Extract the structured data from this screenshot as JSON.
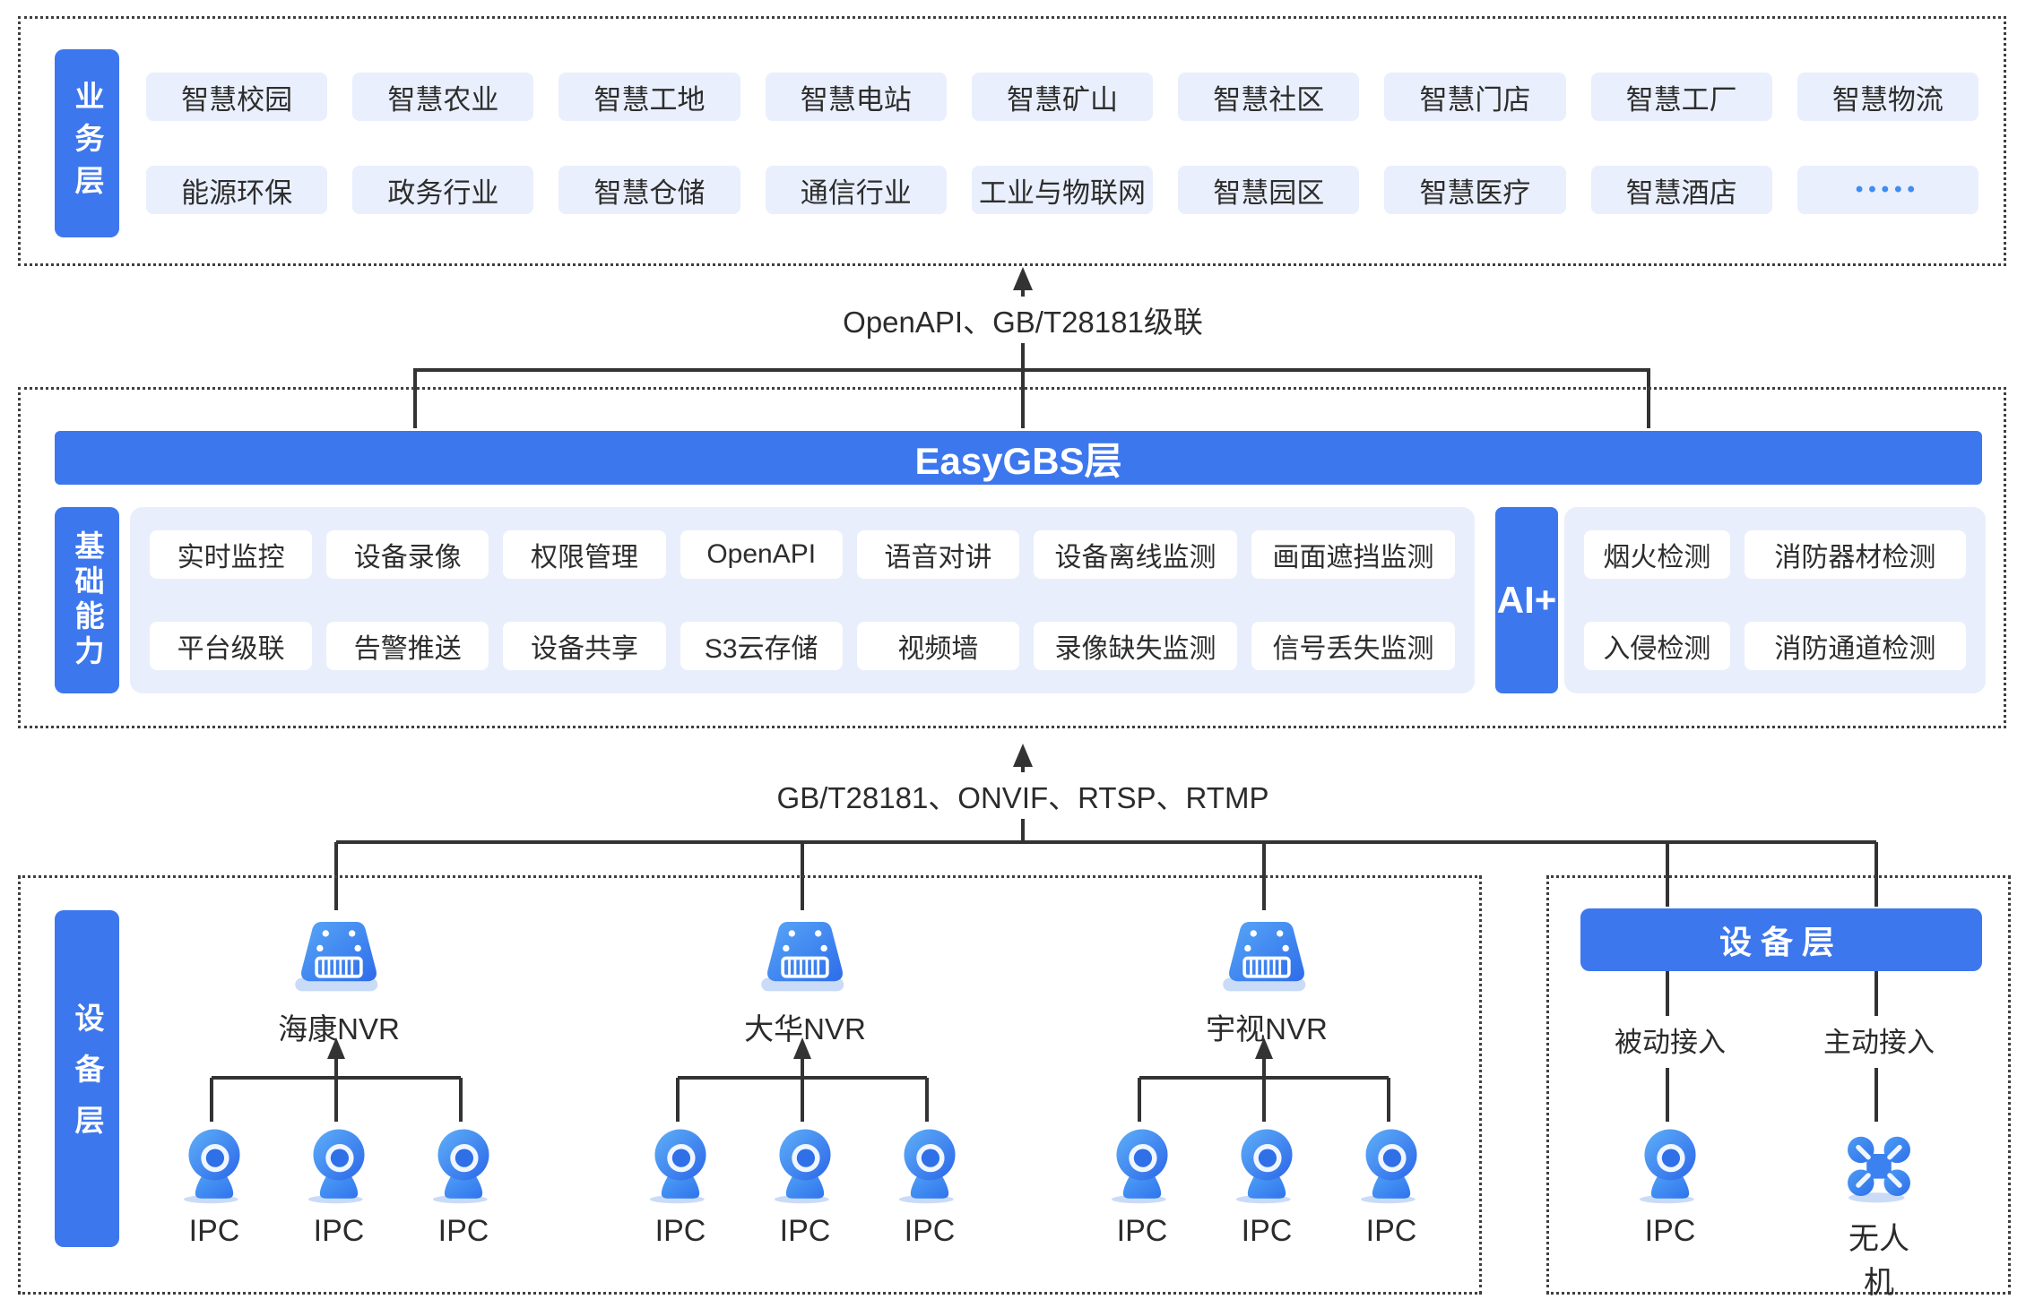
{
  "business_layer": {
    "label": "业务层",
    "row1": [
      "智慧校园",
      "智慧农业",
      "智慧工地",
      "智慧电站",
      "智慧矿山",
      "智慧社区",
      "智慧门店",
      "智慧工厂",
      "智慧物流"
    ],
    "row2": [
      "能源环保",
      "政务行业",
      "智慧仓储",
      "通信行业",
      "工业与物联网",
      "智慧园区",
      "智慧医疗",
      "智慧酒店",
      "•••••"
    ]
  },
  "connectors": {
    "top_label": "OpenAPI、GB/T28181级联",
    "bottom_label": "GB/T28181、ONVIF、RTSP、RTMP"
  },
  "gbs_layer": {
    "title": "EasyGBS层",
    "capability_label": "基础能力",
    "cap_row1": [
      "实时监控",
      "设备录像",
      "权限管理",
      "OpenAPI",
      "语音对讲",
      "设备离线监测",
      "画面遮挡监测"
    ],
    "cap_row2": [
      "平台级联",
      "告警推送",
      "设备共享",
      "S3云存储",
      "视频墙",
      "录像缺失监测",
      "信号丢失监测"
    ],
    "ai_label": "AI+",
    "ai_row1": [
      "烟火检测",
      "消防器材检测"
    ],
    "ai_row2": [
      "入侵检测",
      "消防通道检测"
    ]
  },
  "device_layer": {
    "label": "设备层",
    "nvr_groups": [
      {
        "name": "海康NVR",
        "cameras": [
          "IPC",
          "IPC",
          "IPC"
        ]
      },
      {
        "name": "大华NVR",
        "cameras": [
          "IPC",
          "IPC",
          "IPC"
        ]
      },
      {
        "name": "宇视NVR",
        "cameras": [
          "IPC",
          "IPC",
          "IPC"
        ]
      }
    ],
    "right_panel": {
      "title": "设备层",
      "columns": [
        {
          "mode": "被动接入",
          "device": "IPC",
          "icon": "ipc-camera-icon"
        },
        {
          "mode": "主动接入",
          "device": "无人机",
          "icon": "drone-icon"
        }
      ]
    }
  },
  "icons": {
    "nvr": "nvr-recorder-icon",
    "ipc": "ipc-camera-icon",
    "drone": "drone-icon",
    "more": "ellipsis-dots"
  },
  "colors": {
    "primary_blue": "#3D77EE",
    "chip_bg": "#E9EFFC",
    "panel_bg": "#E8EEFB",
    "line": "#333333",
    "text": "#2B2B2B",
    "dots_chip": "#3F8CF3"
  }
}
